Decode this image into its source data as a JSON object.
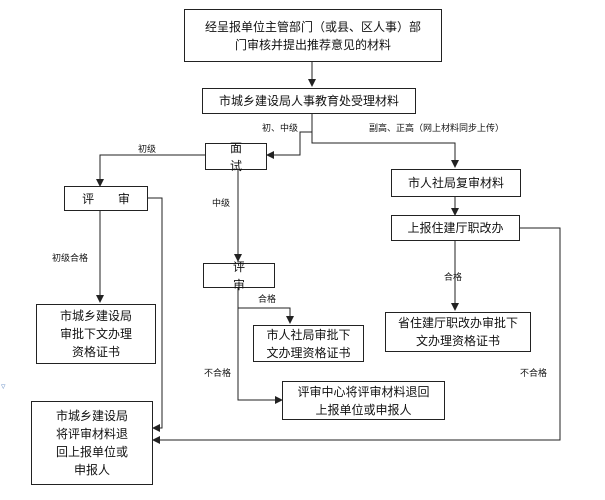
{
  "nodes": {
    "submit": "经呈报单位主管部门（或县、区人事）部\n门审核并提出推荐意见的材料",
    "city_receive": "市城乡建设局人事教育处受理材料",
    "interview": "面 试",
    "review_junior": "评 审",
    "review_middle": "评 审",
    "hr_recheck": "市人社局复审材料",
    "report_dept": "上报住建厅职改办",
    "city_approve_junior": "市城乡建设局\n审批下文办理\n资格证书",
    "hr_approve": "市人社局审批下\n文办理资格证书",
    "dept_approve": "省住建厅职改办审批下\n文办理资格证书",
    "center_return": "评审中心将评审材料退回\n上报单位或申报人",
    "city_return": "市城乡建设局\n将评审材料退\n回上报单位或\n申报人"
  },
  "labels": {
    "junior_middle": "初、中级",
    "senior": "副高、正高（网上材料同步上传）",
    "junior": "初级",
    "middle": "中级",
    "junior_pass": "初级合格",
    "pass_middle": "合格",
    "pass_senior": "合格",
    "fail_middle": "不合格",
    "fail_senior": "不合格"
  },
  "colors": {
    "line": "#222222",
    "border": "#222222"
  },
  "icons": {
    "side_mark": "small-blue-mark"
  }
}
